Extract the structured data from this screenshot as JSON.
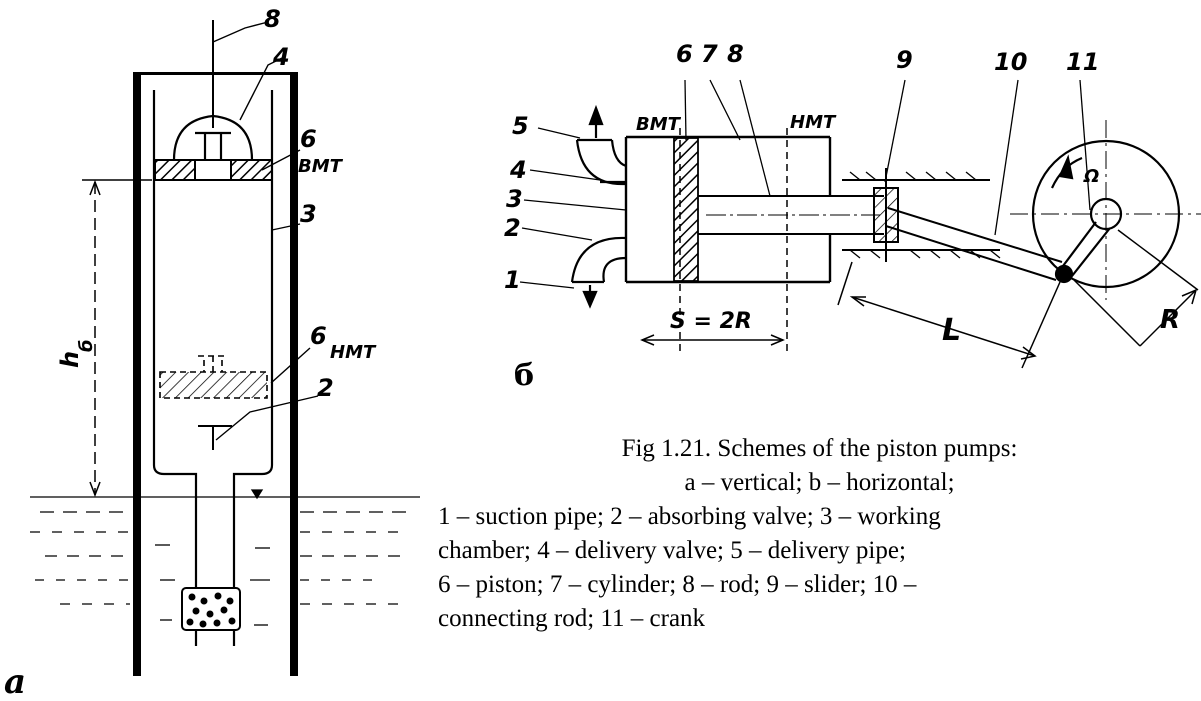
{
  "figure": {
    "panel_a": {
      "panel_letter": "а",
      "callouts": [
        "8",
        "4",
        "6",
        "ВМТ",
        "3",
        "h",
        "б",
        "6",
        "НМТ",
        "2"
      ]
    },
    "panel_b": {
      "panel_letter": "б",
      "callouts": [
        "6",
        "7",
        "8",
        "9",
        "10",
        "11",
        "5",
        "4",
        "3",
        "2",
        "1",
        "ВМТ",
        "НМТ",
        "S = 2R",
        "L",
        "R",
        "Ω"
      ]
    },
    "caption": {
      "title": "Fig 1.21. Schemes of the piston pumps:",
      "line2": "a – vertical; b – horizontal;",
      "line3": "1 – suction pipe; 2 – absorbing valve; 3 – working",
      "line4": "chamber; 4 – delivery valve; 5 – delivery pipe;",
      "line5": "6 – piston; 7 – cylinder; 8 – rod; 9 – slider; 10 –",
      "line6": "connecting rod; 11 – crank"
    }
  }
}
